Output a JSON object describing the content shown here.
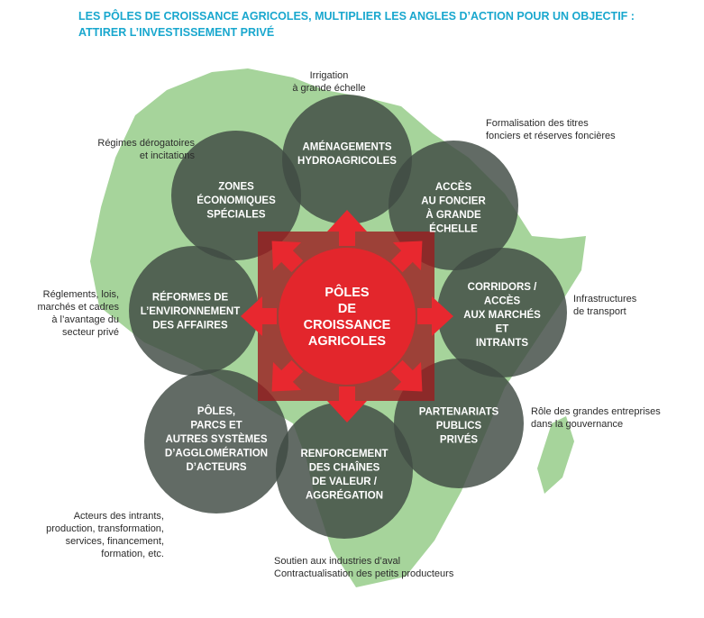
{
  "title": {
    "line1": "LES PÔLES DE CROISSANCE AGRICOLES, MULTIPLIER LES ANGLES D’ACTION POUR UN OBJECTIF :",
    "line2": "ATTIRER L’INVESTISSEMENT PRIVÉ"
  },
  "colors": {
    "title": "#19a7ce",
    "map": "#a6d49b",
    "circle": "#3f4a43",
    "center": "#e3262c",
    "arrow_frame": "#9b1b1f",
    "arrow": "#e8282f"
  },
  "center": {
    "lines": [
      "PÔLES",
      "DE",
      "CROISSANCE",
      "AGRICOLES"
    ]
  },
  "circles": [
    {
      "lines": [
        "AMÉNAGEMENTS",
        "HYDROAGRICOLES"
      ]
    },
    {
      "lines": [
        "ACCÈS",
        "AU FONCIER",
        "À GRANDE",
        "ÉCHELLE"
      ]
    },
    {
      "lines": [
        "CORRIDORS /",
        "ACCÈS",
        "AUX MARCHÉS",
        "ET",
        "INTRANTS"
      ]
    },
    {
      "lines": [
        "PARTENARIATS",
        "PUBLICS",
        "PRIVÉS"
      ]
    },
    {
      "lines": [
        "RENFORCEMENT",
        "DES CHAÎNES",
        "DE VALEUR /",
        "AGGRÉGATION"
      ]
    },
    {
      "lines": [
        "PÔLES,",
        "PARCS ET",
        "AUTRES SYSTÈMES",
        "D’AGGLOMÉRATION",
        "D’ACTEURS"
      ]
    },
    {
      "lines": [
        "RÉFORMES DE",
        "L’ENVIRONNEMENT",
        "DES AFFAIRES"
      ]
    },
    {
      "lines": [
        "ZONES",
        "ÉCONOMIQUES",
        "SPÉCIALES"
      ]
    }
  ],
  "annotations": {
    "irrigation": [
      "Irrigation",
      "à grande échelle"
    ],
    "foncier": [
      "Formalisation des titres",
      "fonciers et réserves foncières"
    ],
    "transport": [
      "Infrastructures",
      "de transport"
    ],
    "gouvernance": [
      "Rôle des grandes entreprises",
      "dans la gouvernance"
    ],
    "aval": [
      "Soutien aux industries d’aval",
      "Contractualisation des petits producteurs"
    ],
    "acteurs": [
      "Acteurs des intrants,",
      "production, transformation,",
      "services, financement,",
      "formation, etc."
    ],
    "reglements": [
      "Réglements, lois,",
      "marchés et cadres",
      "à l’avantage du",
      "secteur privé"
    ],
    "regimes": [
      "Régimes dérogatoires",
      "et incitations"
    ]
  }
}
